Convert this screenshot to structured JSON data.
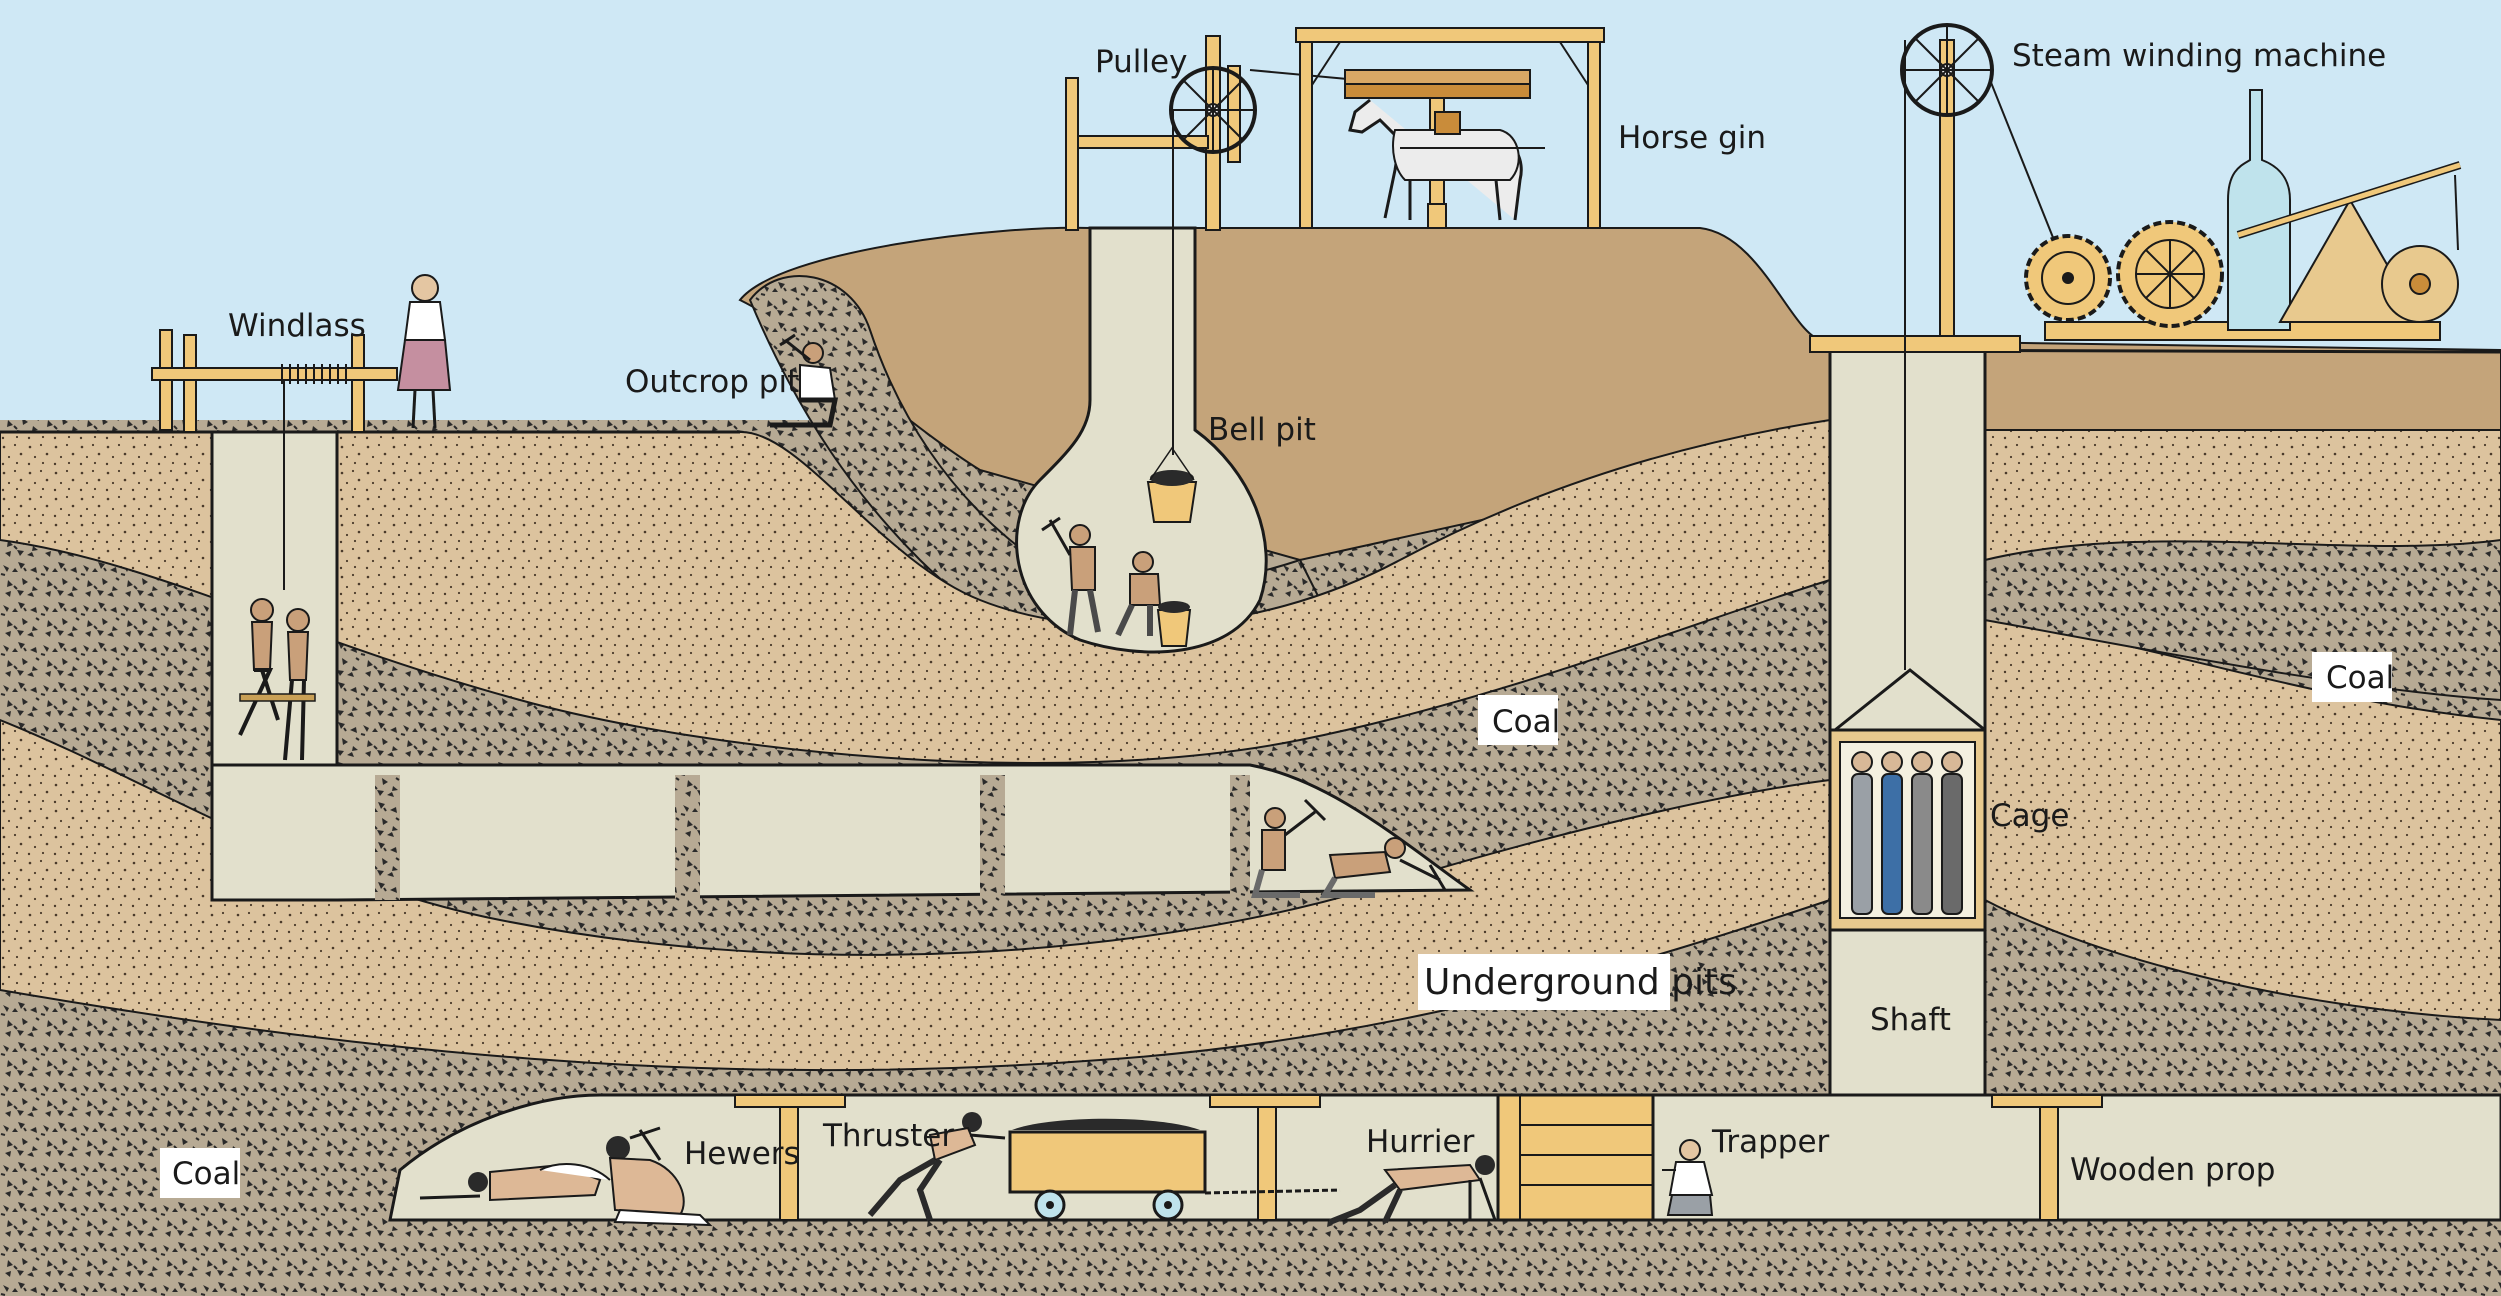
{
  "labels": {
    "pulley": "Pulley",
    "horse_gin": "Horse gin",
    "steam_winding_machine": "Steam winding machine",
    "windlass": "Windlass",
    "outcrop_pit": "Outcrop pit",
    "bell_pit": "Bell pit",
    "coal_middle": "Coal",
    "coal_right": "Coal",
    "coal_bottom_left": "Coal",
    "cage": "Cage",
    "underground_pits": "Underground pits",
    "shaft": "Shaft",
    "hewers": "Hewers",
    "thruster": "Thruster",
    "hurrier": "Hurrier",
    "trapper": "Trapper",
    "wooden_prop": "Wooden prop"
  },
  "colors": {
    "sky": "#cfe8f5",
    "topsoil": "#c4a47a",
    "sand_layer": "#ddc4a0",
    "coal_seam": "#a89a86",
    "tunnel": "#e2e0cc",
    "timber": "#f0c87a",
    "timber_dark": "#c9a056",
    "outline": "#1a1a1a"
  },
  "icons": {
    "people": "person-icon",
    "basket": "basket-icon",
    "wagon": "coal-wagon-icon",
    "horse": "horse-icon"
  }
}
